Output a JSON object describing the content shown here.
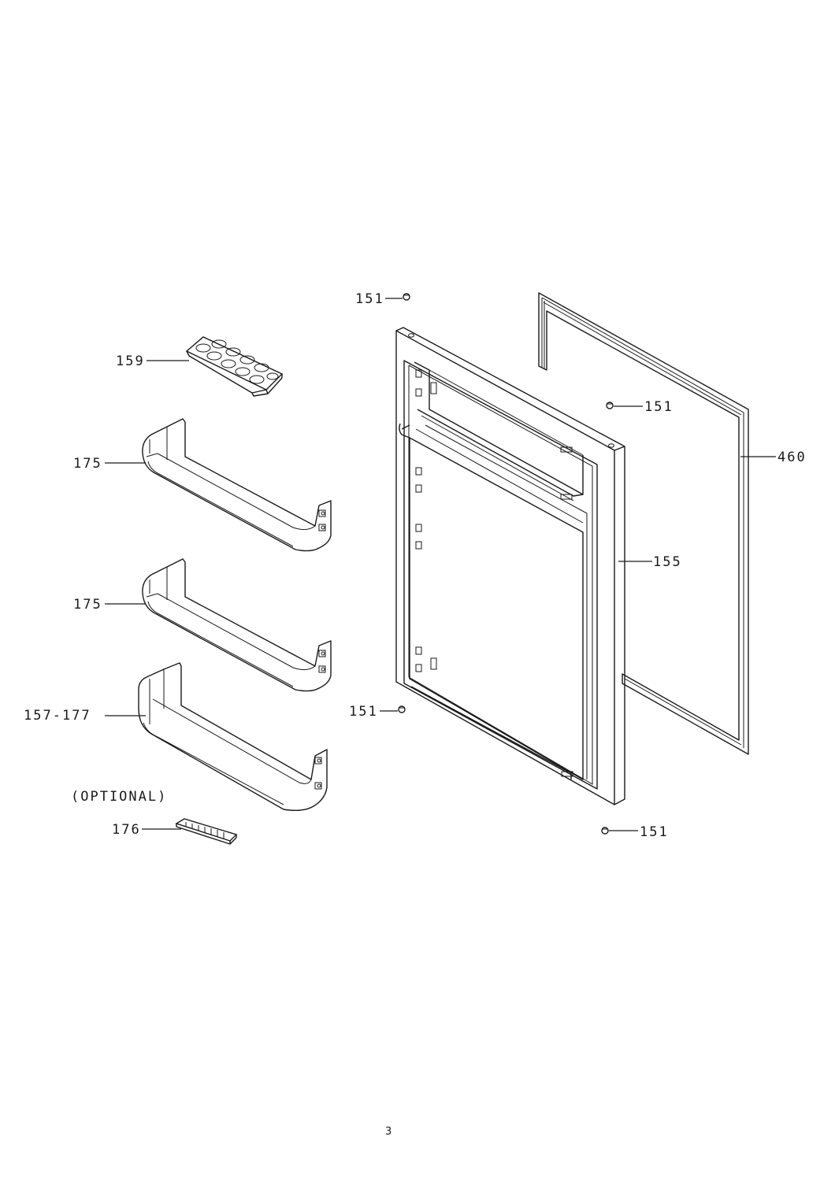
{
  "labels": {
    "cap_top": "151",
    "cap_right": "151",
    "cap_left_bottom": "151",
    "cap_bottom": "151",
    "egg_tray": "159",
    "shelf_top": "175",
    "shelf_middle": "175",
    "shelf_bottom": "157-177",
    "gasket": "460",
    "door": "155",
    "optional_note": "(OPTIONAL)",
    "part_176": "176"
  },
  "page_number": "3"
}
